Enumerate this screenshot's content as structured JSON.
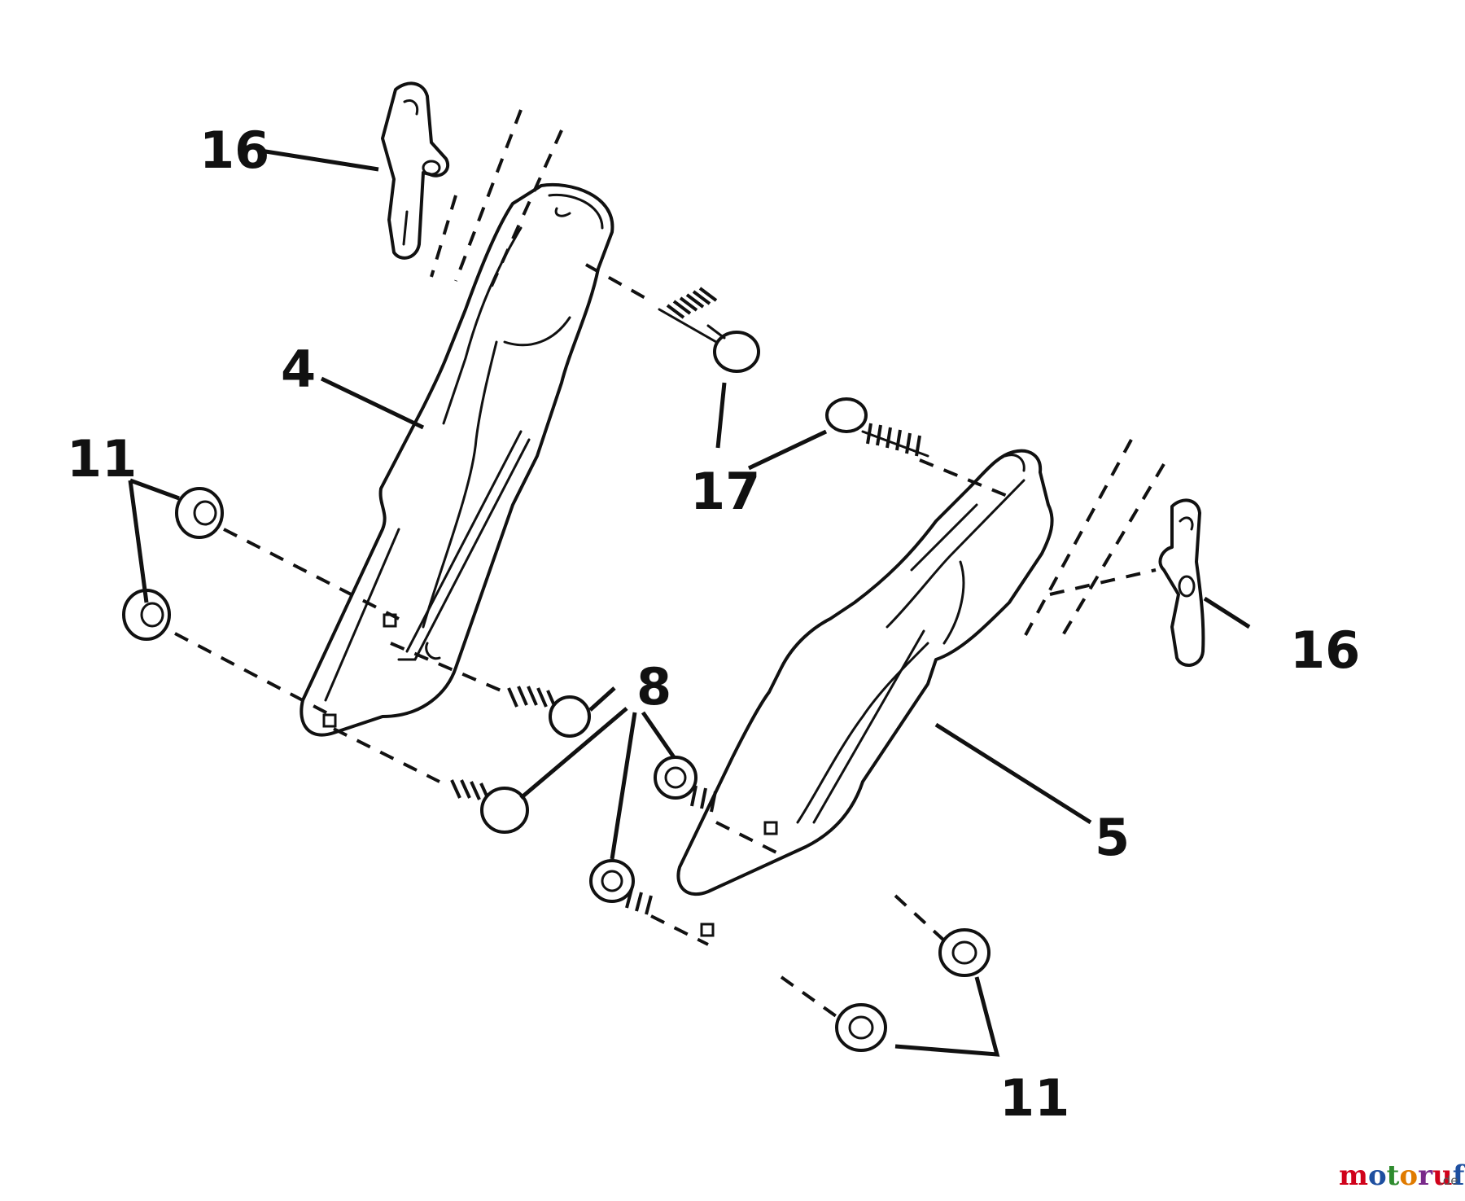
{
  "diagram": {
    "callouts": {
      "handle_top_left": "16",
      "bracket_left": "4",
      "bolt_top": "17",
      "nut_left": "11",
      "bolts_middle": "8",
      "handle_right": "16",
      "bracket_right": "5",
      "nut_bottom": "11"
    }
  },
  "watermark": {
    "brand": "motoruf",
    "suffix": ".de",
    "colors": [
      "#d0021b",
      "#1e4fa0",
      "#2e8b2e",
      "#e07b00",
      "#7a2a8a"
    ]
  }
}
